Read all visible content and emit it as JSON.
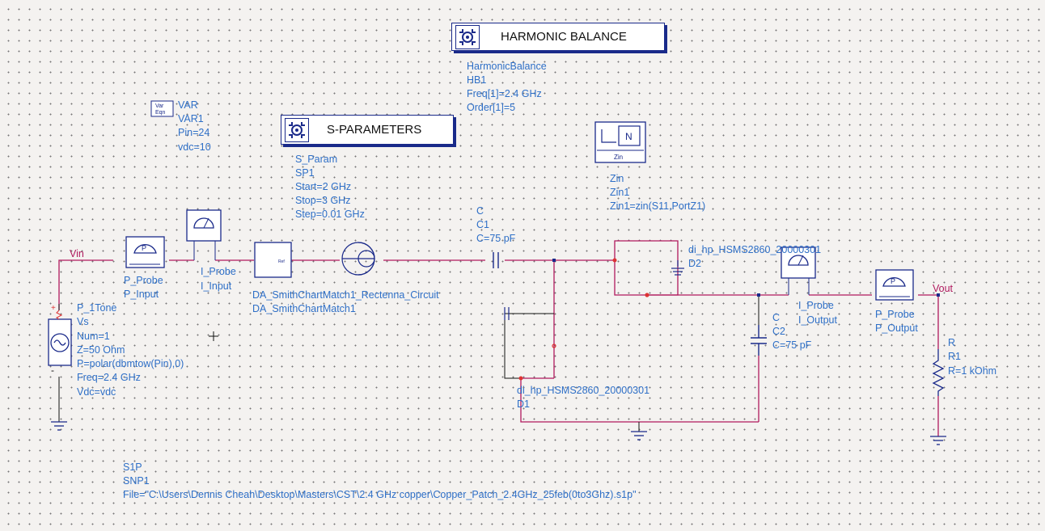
{
  "controllers": {
    "harmonic_balance": {
      "banner": "HARMONIC BALANCE",
      "type": "HarmonicBalance",
      "name": "HB1",
      "params": [
        "Freq[1]=2.4 GHz",
        "Order[1]=5"
      ]
    },
    "s_parameters": {
      "banner": "S-PARAMETERS",
      "type": "S_Param",
      "name": "SP1",
      "params": [
        "Start=2 GHz",
        "Stop=3 GHz",
        "Step=0.01 GHz"
      ]
    },
    "var": {
      "icon_text": [
        "Var",
        "Eqn"
      ],
      "type": "VAR",
      "name": "VAR1",
      "params": [
        "Pin=24",
        "vdc=10"
      ]
    },
    "zin": {
      "icon_letter": "N",
      "icon_caption": "Zin",
      "type": "Zin",
      "name": "Zin1",
      "params": [
        "Zin1=zin(S11,PortZ1)"
      ]
    }
  },
  "nets": {
    "vin": "Vin",
    "vout": "Vout"
  },
  "components": {
    "source": {
      "type": "P_1Tone",
      "name": "Vs",
      "params": [
        "Num=1",
        "Z=50 Ohm",
        "P=polar(dbmtow(Pin),0)",
        "Freq=2.4 GHz",
        "Vdc=vdc"
      ]
    },
    "p_input": {
      "type": "P_Probe",
      "name": "P_Input",
      "icon_letter": "P"
    },
    "i_input": {
      "type": "I_Probe",
      "name": "I_Input"
    },
    "smith": {
      "type": "DA_SmithChartMatch1_Rectenna_Circuit",
      "name": "DA_SmithChartMatch1",
      "box_text": "Ref"
    },
    "c1": {
      "type": "C",
      "name": "C1",
      "params": [
        "C=75 pF"
      ]
    },
    "d2": {
      "type": "di_hp_HSMS2860_20000301",
      "name": "D2"
    },
    "d1": {
      "type": "di_hp_HSMS2860_20000301",
      "name": "D1"
    },
    "c2": {
      "type": "C",
      "name": "C2",
      "params": [
        "C=75 pF"
      ]
    },
    "i_output": {
      "type": "I_Probe",
      "name": "I_Output"
    },
    "p_output": {
      "type": "P_Probe",
      "name": "P_Output",
      "icon_letter": "P"
    },
    "r1": {
      "type": "R",
      "name": "R1",
      "params": [
        "R=1 kOhm"
      ]
    },
    "s1p": {
      "type": "S1P",
      "name": "SNP1",
      "params": [
        "File=\"C:\\Users\\Dennis Cheah\\Desktop\\Masters\\CST\\2.4 GHz copper\\Copper_Patch_2.4GHz_25feb(0to3Ghz).s1p\""
      ]
    }
  },
  "colors": {
    "wire": "#b0195e",
    "text": "#2e6fc7",
    "component": "#1a2a8a",
    "background": "#f4f2f0"
  }
}
